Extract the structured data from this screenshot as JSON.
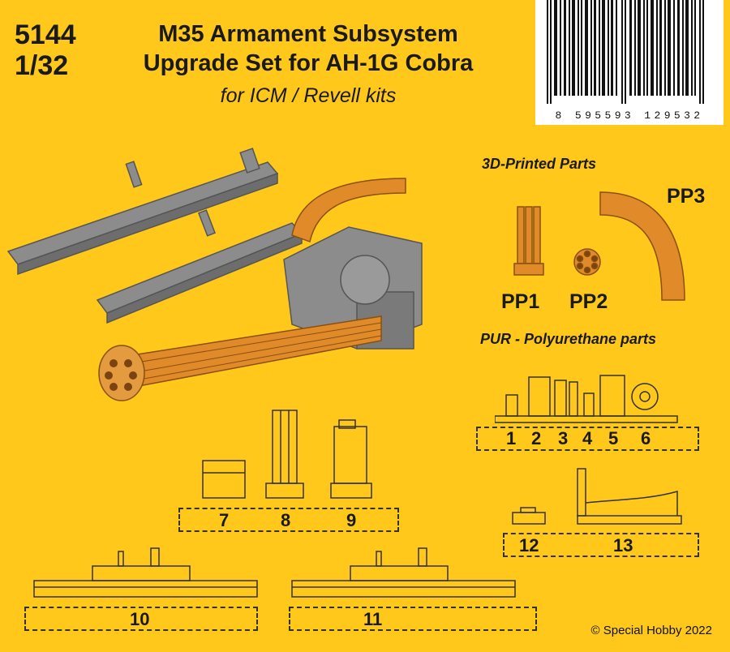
{
  "header": {
    "code": "5144",
    "scale": "1/32",
    "title_line1": "M35 Armament Subsystem",
    "title_line2": "Upgrade Set for AH-1G Cobra",
    "subtitle": "for ICM / Revell kits"
  },
  "barcode": {
    "digits": "8 595593 129532"
  },
  "printed_parts": {
    "heading": "3D-Printed Parts",
    "labels": [
      "PP1",
      "PP2",
      "PP3"
    ]
  },
  "pur_parts": {
    "heading": "PUR - Polyurethane parts",
    "numbers": [
      "1",
      "2",
      "3",
      "4",
      "5",
      "6",
      "7",
      "8",
      "9",
      "10",
      "11",
      "12",
      "13"
    ]
  },
  "footer": {
    "copyright": "© Special Hobby 2022"
  },
  "colors": {
    "background": "#ffc81a",
    "resin_grey": "#8c8c8c",
    "printed_orange": "#e08a2a",
    "line_art": "#333333"
  }
}
